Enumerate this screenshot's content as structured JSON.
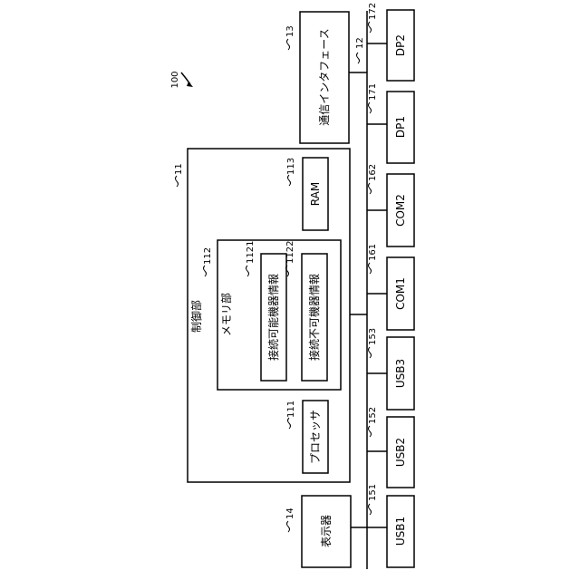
{
  "figure": {
    "system_ref": "100",
    "control_unit": {
      "ref": "11",
      "label": "制御部"
    },
    "processor": {
      "ref": "111",
      "label": "プロセッサ"
    },
    "memory": {
      "ref": "112",
      "label": "メモリ部"
    },
    "connectable_info": {
      "ref": "1121",
      "label": "接続可能機器情報"
    },
    "nonconnectable_info": {
      "ref": "1122",
      "label": "接続不可機器情報"
    },
    "ram": {
      "ref": "113",
      "label": "RAM"
    },
    "bus": {
      "ref": "12"
    },
    "comm_interface": {
      "ref": "13",
      "label": "通信インタフェース"
    },
    "display": {
      "ref": "14",
      "label": "表示器"
    },
    "ports": [
      {
        "ref": "151",
        "label": "USB1"
      },
      {
        "ref": "152",
        "label": "USB2"
      },
      {
        "ref": "153",
        "label": "USB3"
      },
      {
        "ref": "161",
        "label": "COM1"
      },
      {
        "ref": "162",
        "label": "COM2"
      },
      {
        "ref": "171",
        "label": "DP1"
      },
      {
        "ref": "172",
        "label": "DP2"
      }
    ]
  }
}
